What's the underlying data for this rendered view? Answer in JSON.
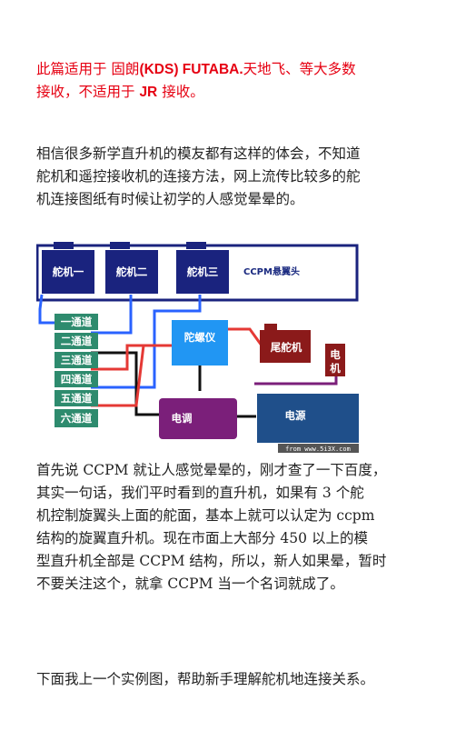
{
  "notice": {
    "line1_prefix": "此篇适用于  固朗",
    "line1_bold": "(KDS) FUTABA.",
    "line1_suffix": "天地飞、等大多数",
    "line2_prefix": "接收，不适用于 ",
    "line2_bold": "JR",
    "line2_suffix": " 接收。"
  },
  "intro": {
    "line1": "相信很多新学直升机的模友都有这样的体会，不知道",
    "line2": "舵机和遥控接收机的连接方法，网上流传比较多的舵",
    "line3": "机连接图纸有时候让初学的人感觉晕晕的。"
  },
  "diagram": {
    "servo1": "舵机一",
    "servo2": "舵机二",
    "servo3": "舵机三",
    "head_label": "CCPM悬翼头",
    "channels": [
      "一通道",
      "二通道",
      "三通道",
      "四通道",
      "五通道",
      "六通道"
    ],
    "gyro": "陀螺仪",
    "tail_servo": "尾舵机",
    "motor_top": "电",
    "motor_bottom": "机",
    "esc": "电调",
    "power": "电源",
    "watermark": "from www.5i3X.com"
  },
  "para2": {
    "line1": "首先说 CCPM 就让人感觉晕晕的，刚才查了一下百度，",
    "line2": "其实一句话，我们平时看到的直升机，如果有 3 个舵",
    "line3": "机控制旋翼头上面的舵面，基本上就可以认定为 ccpm",
    "line4": "结构的旋翼直升机。现在市面上大部分 450 以上的模",
    "line5": "型直升机全部是 CCPM 结构，所以，新人如果晕，暂时",
    "line6": "不要关注这个，就拿 CCPM 当一个名词就成了。"
  },
  "para3": {
    "line1": "下面我上一个实例图，帮助新手理解舵机地连接关系。"
  },
  "colors": {
    "red_text": "#e60012",
    "navy": "#1a237e",
    "channel_green": "#2e8b6e",
    "gyro_blue": "#2196f3",
    "esc_purple": "#7b1f7a",
    "power_blue": "#1f4f8a",
    "tail_red": "#8b1a1a"
  }
}
